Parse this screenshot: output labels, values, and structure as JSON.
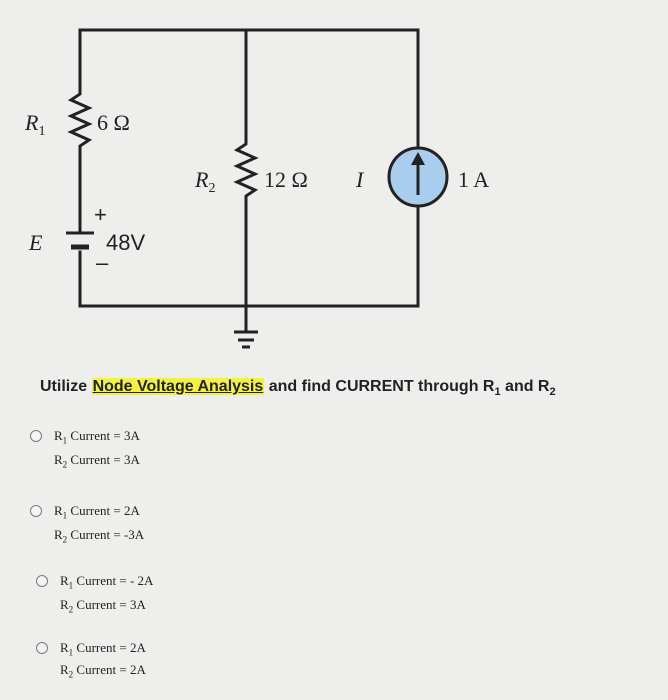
{
  "circuit": {
    "r1_label": "R",
    "r1_sub": "1",
    "r1_value": "6 Ω",
    "r2_label": "R",
    "r2_sub": "2",
    "r2_value": "12 Ω",
    "source_symbol": "I",
    "source_value": "1 A",
    "battery_label": "E",
    "battery_value": "48V",
    "plus_sign": "+",
    "minus_sign": "–"
  },
  "question": {
    "prefix": "Utilize ",
    "highlight": "Node Voltage Analysis",
    "suffix": " and find CURRENT through R",
    "sub1": "1",
    "and": " and R",
    "sub2": "2"
  },
  "options": [
    {
      "r1_label": "R",
      "r1_sub": "1",
      "r1_text": " Current = 3A",
      "r2_label": "R",
      "r2_sub": "2",
      "r2_text": " Current = 3A"
    },
    {
      "r1_label": "R",
      "r1_sub": "1",
      "r1_text": " Current = 2A",
      "r2_label": "R",
      "r2_sub": "2",
      "r2_text": " Current = -3A"
    },
    {
      "r1_label": "R",
      "r1_sub": "1",
      "r1_text": " Current = - 2A",
      "r2_label": "R",
      "r2_sub": "2",
      "r2_text": " Current = 3A"
    },
    {
      "r1_label": "R",
      "r1_sub": "1",
      "r1_text": " Current = 2A",
      "r2_label": "R",
      "r2_sub": "2",
      "r2_text": " Current = 2A"
    }
  ],
  "colors": {
    "source_fill": "#a9cdec",
    "highlight": "#f3f23c",
    "wire": "#222222"
  }
}
